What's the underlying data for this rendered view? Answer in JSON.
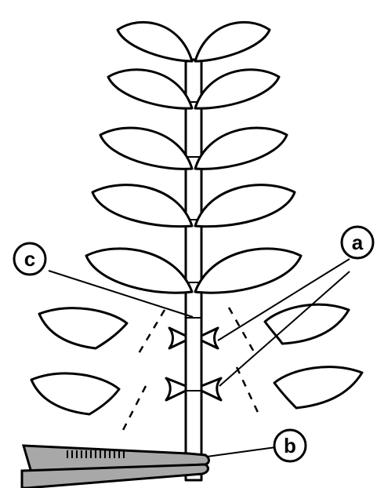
{
  "labels": {
    "a": "a",
    "b": "b",
    "c": "c"
  },
  "colors": {
    "line": "#000000",
    "background": "#ffffff",
    "tool_fill": "#a8a8a8"
  }
}
